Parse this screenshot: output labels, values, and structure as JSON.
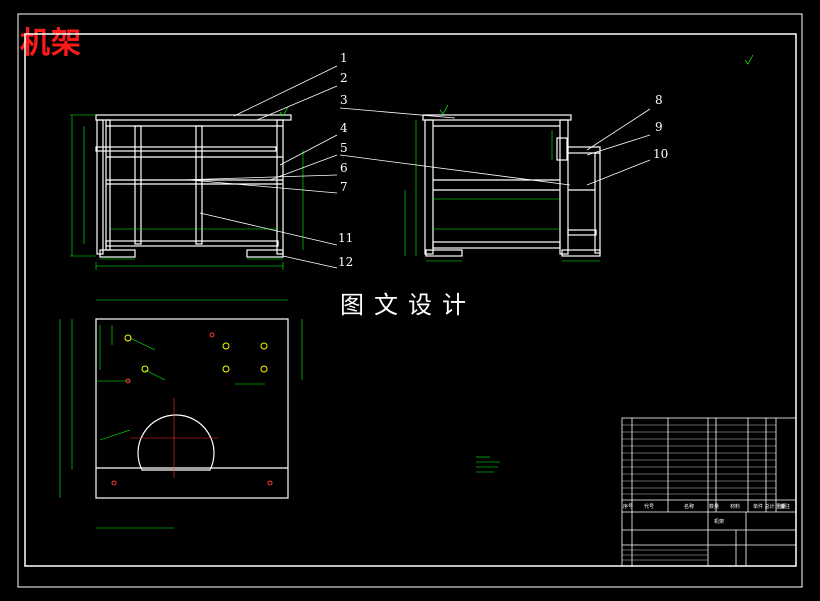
{
  "title": "机架",
  "watermark": "图文设计",
  "part_labels": [
    "1",
    "2",
    "3",
    "4",
    "5",
    "6",
    "7",
    "8",
    "9",
    "10",
    "11",
    "12"
  ],
  "colors": {
    "background": "#000000",
    "lines": "#ffffff",
    "dimensions": "#00ff00",
    "title_text": "#ff1a1a",
    "markers": "#ff3333",
    "holes": "#ffff00"
  },
  "title_block": {
    "header": [
      "序号",
      "代号",
      "名称",
      "数量",
      "材料",
      "单件 总计 重量",
      "备注"
    ],
    "drawing_name": "机架"
  }
}
